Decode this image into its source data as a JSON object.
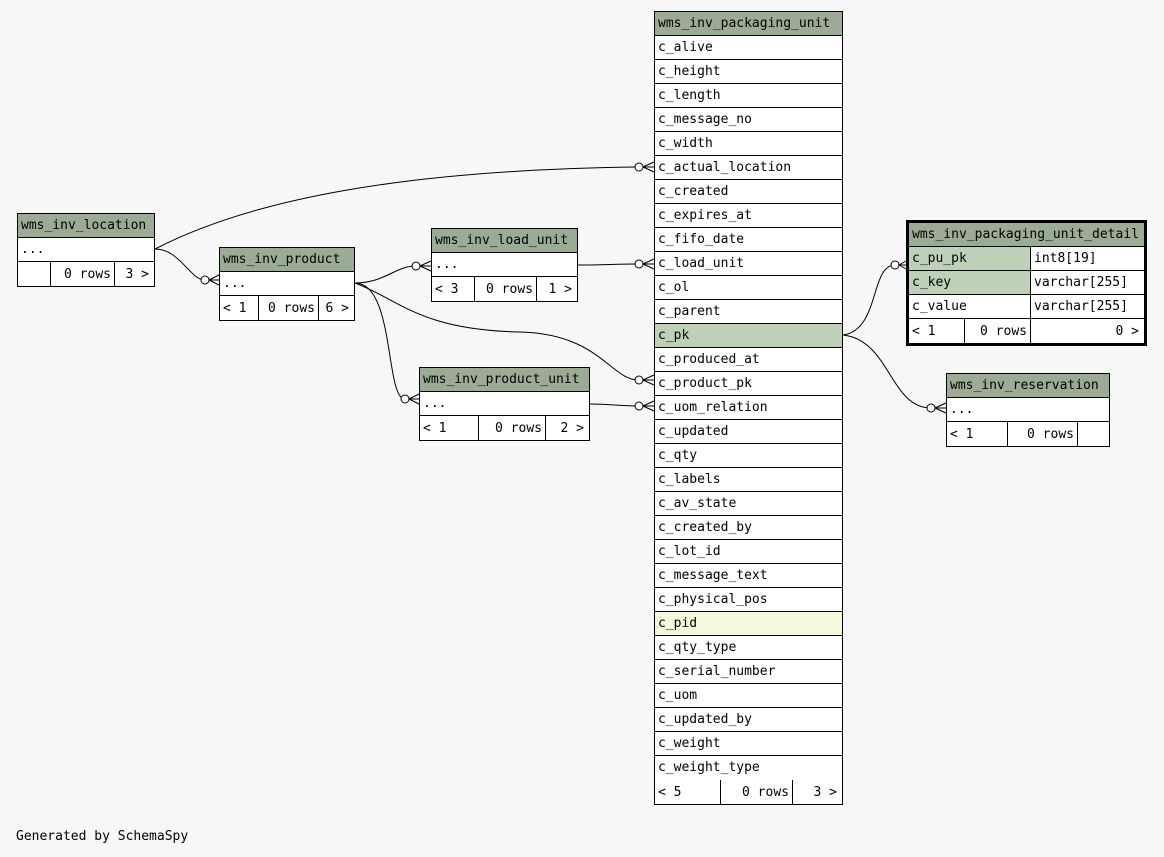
{
  "footer": "Generated by SchemaSpy",
  "tables": {
    "location": {
      "name": "wms_inv_location",
      "rows": [
        "..."
      ],
      "footer": {
        "left": "",
        "mid": "0 rows",
        "right": "3 >"
      }
    },
    "product": {
      "name": "wms_inv_product",
      "rows": [
        "..."
      ],
      "footer": {
        "left": "< 1",
        "mid": "0 rows",
        "right": "6 >"
      }
    },
    "load_unit": {
      "name": "wms_inv_load_unit",
      "rows": [
        "..."
      ],
      "footer": {
        "left": "< 3",
        "mid": "0 rows",
        "right": "1 >"
      }
    },
    "product_unit": {
      "name": "wms_inv_product_unit",
      "rows": [
        "..."
      ],
      "footer": {
        "left": "< 1",
        "mid": "0 rows",
        "right": "2 >"
      }
    },
    "packaging_unit": {
      "name": "wms_inv_packaging_unit",
      "columns": [
        "c_alive",
        "c_height",
        "c_length",
        "c_message_no",
        "c_width",
        "c_actual_location",
        "c_created",
        "c_expires_at",
        "c_fifo_date",
        "c_load_unit",
        "c_ol",
        "c_parent",
        "c_pk",
        "c_produced_at",
        "c_product_pk",
        "c_uom_relation",
        "c_updated",
        "c_qty",
        "c_labels",
        "c_av_state",
        "c_created_by",
        "c_lot_id",
        "c_message_text",
        "c_physical_pos",
        "c_pid",
        "c_qty_type",
        "c_serial_number",
        "c_uom",
        "c_updated_by",
        "c_weight",
        "c_weight_type"
      ],
      "footer": {
        "left": "< 5",
        "mid": "0 rows",
        "right": "3 >"
      }
    },
    "packaging_unit_detail": {
      "name": "wms_inv_packaging_unit_detail",
      "columns": [
        {
          "name": "c_pu_pk",
          "type": "int8[19]"
        },
        {
          "name": "c_key",
          "type": "varchar[255]"
        },
        {
          "name": "c_value",
          "type": "varchar[255]"
        }
      ],
      "footer": {
        "left": "< 1",
        "mid": "0 rows",
        "right": "0 >"
      }
    },
    "reservation": {
      "name": "wms_inv_reservation",
      "rows": [
        "..."
      ],
      "footer": {
        "left": "< 1",
        "mid": "0 rows",
        "right": ""
      }
    }
  }
}
